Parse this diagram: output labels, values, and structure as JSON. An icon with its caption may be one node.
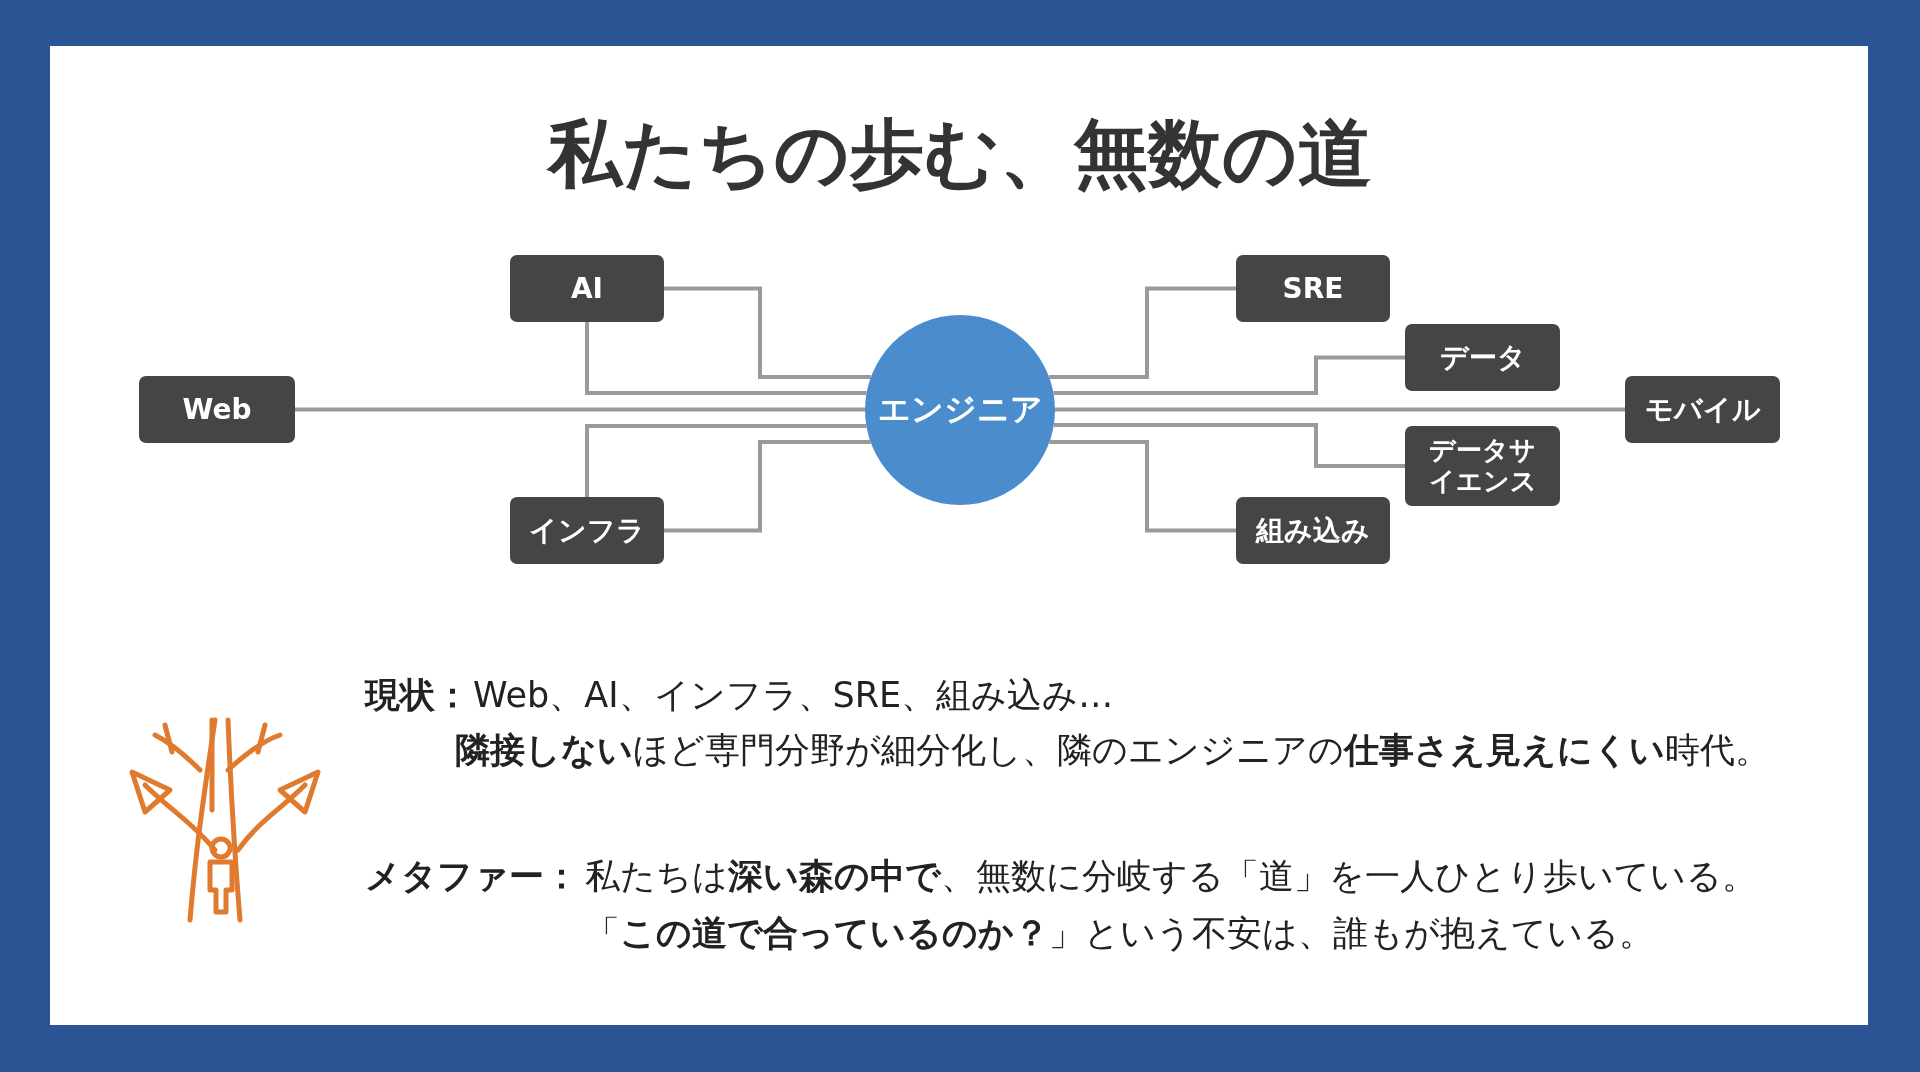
{
  "diagram": {
    "title": "私たちの歩む、無数の道",
    "nodes": [
      {
        "text": [
          "AI"
        ]
      },
      {
        "text": [
          "SRE"
        ]
      },
      {
        "text": [
          "データ"
        ]
      },
      {
        "text": [
          "Web"
        ]
      },
      {
        "text": [
          "エンジニア"
        ]
      },
      {
        "text": [
          "モバイル"
        ]
      },
      {
        "text": [
          "データサイエンス"
        ]
      },
      {
        "text": [
          "インフラ"
        ]
      },
      {
        "text": [
          "組み込み"
        ]
      }
    ],
    "edges": [
      {
        "from": 3,
        "to": 4,
        "arrow": "none"
      },
      {
        "from": 0,
        "to": 4,
        "arrow": "none"
      },
      {
        "from": 0,
        "to": 4,
        "arrow": "none"
      },
      {
        "from": 7,
        "to": 4,
        "arrow": "none"
      },
      {
        "from": 7,
        "to": 4,
        "arrow": "none"
      },
      {
        "from": 1,
        "to": 4,
        "arrow": "none"
      },
      {
        "from": 2,
        "to": 4,
        "arrow": "none"
      },
      {
        "from": 5,
        "to": 4,
        "arrow": "none"
      },
      {
        "from": 6,
        "to": 4,
        "arrow": "none"
      },
      {
        "from": 8,
        "to": 4,
        "arrow": "none"
      }
    ],
    "labels": [
      "現状：",
      "Web、AI、インフラ、SRE、組み込み…",
      "**隣接しない**ほど専門分野が細分化し、隣のエンジニアの**仕事さえ見えにくい**時代。",
      "メタファー：",
      "私たちは**深い森の中で**、無数に分岐する「道」を一人ひとり歩いている。",
      "「**この道で合っているのか？**」という不安は、誰もが抱えている。"
    ]
  }
}
